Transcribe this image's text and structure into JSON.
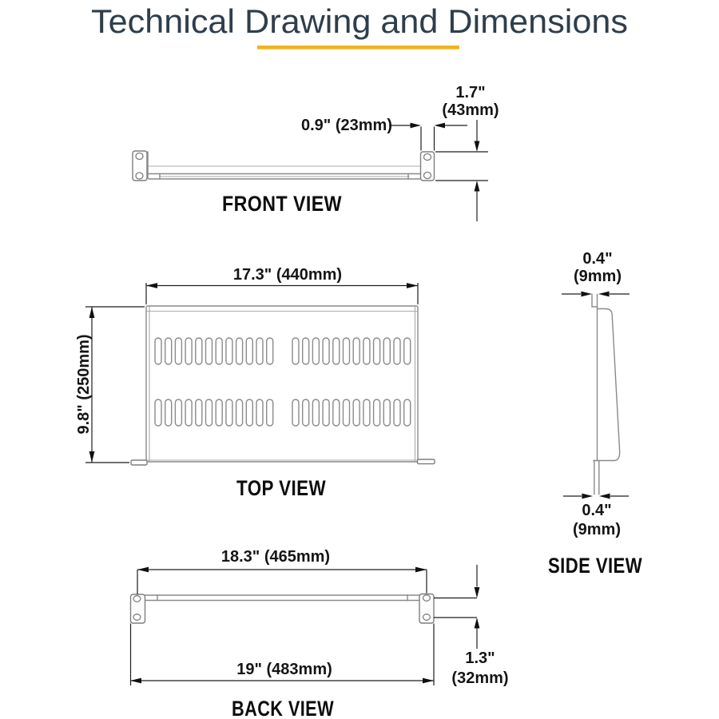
{
  "title": "Technical Drawing and Dimensions",
  "colors": {
    "accent": "#efb41e",
    "title": "#2e3e4c",
    "ink": "#151515",
    "part_line": "#8a8a8a"
  },
  "views": {
    "front": {
      "label": "FRONT VIEW",
      "dims": {
        "bracket_depth": "0.9\" (23mm)",
        "height_in": "1.7\"",
        "height_mm": "(43mm)"
      }
    },
    "top": {
      "label": "TOP VIEW",
      "dims": {
        "width": "17.3\" (440mm)",
        "depth": "9.8\" (250mm)"
      },
      "vents": {
        "rows": 2,
        "groups": 2,
        "slots_per_group": 12
      }
    },
    "side": {
      "label": "SIDE VIEW",
      "dims": {
        "front_lip_in": "0.4\"",
        "front_lip_mm": "(9mm)",
        "rear_lip_in": "0.4\"",
        "rear_lip_mm": "(9mm)"
      }
    },
    "back": {
      "label": "BACK VIEW",
      "dims": {
        "mount_hole_span": "18.3\" (465mm)",
        "total_width": "19\" (483mm)",
        "hole_pitch_in": "1.3\"",
        "hole_pitch_mm": "(32mm)"
      }
    }
  }
}
